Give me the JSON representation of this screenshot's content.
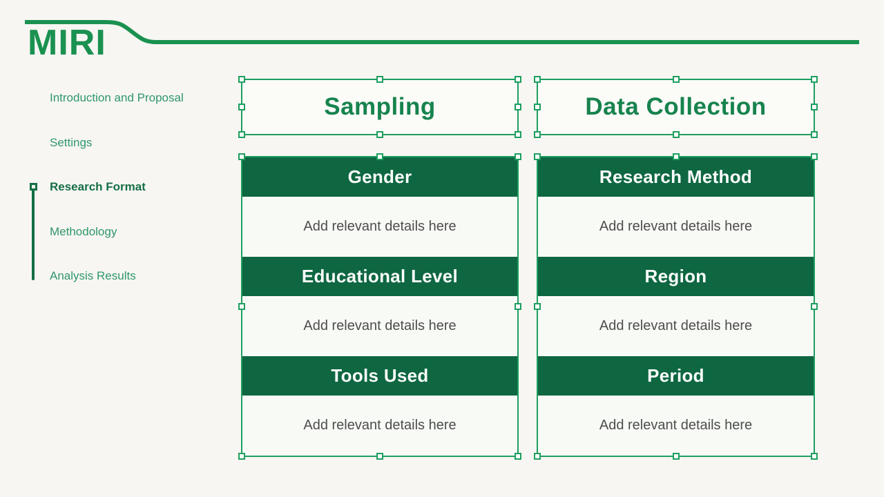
{
  "brand": {
    "logo_text": "MIRI"
  },
  "colors": {
    "brand_green": "#1a9150",
    "selection_green": "#1d9e5e",
    "table_header_green": "#0e6741",
    "title_text_green": "#17834e",
    "sidebar_text_green": "#2f9769",
    "sidebar_active_green": "#156f44",
    "detail_text_gray": "#4d4d4d",
    "page_background": "#f7f6f3"
  },
  "sidebar": {
    "items": [
      {
        "label": "Introduction and Proposal",
        "active": false
      },
      {
        "label": "Settings",
        "active": false
      },
      {
        "label": "Research Format",
        "active": true
      },
      {
        "label": "Methodology",
        "active": false
      },
      {
        "label": "Analysis Results",
        "active": false
      }
    ]
  },
  "slide": {
    "columns": [
      {
        "title": "Sampling",
        "rows": [
          {
            "header": "Gender",
            "detail": "Add relevant details here"
          },
          {
            "header": "Educational Level",
            "detail": "Add relevant details here"
          },
          {
            "header": "Tools Used",
            "detail": "Add relevant details here"
          }
        ]
      },
      {
        "title": "Data Collection",
        "rows": [
          {
            "header": "Research Method",
            "detail": "Add relevant details here"
          },
          {
            "header": "Region",
            "detail": "Add relevant details here"
          },
          {
            "header": "Period",
            "detail": "Add relevant details here"
          }
        ]
      }
    ]
  }
}
